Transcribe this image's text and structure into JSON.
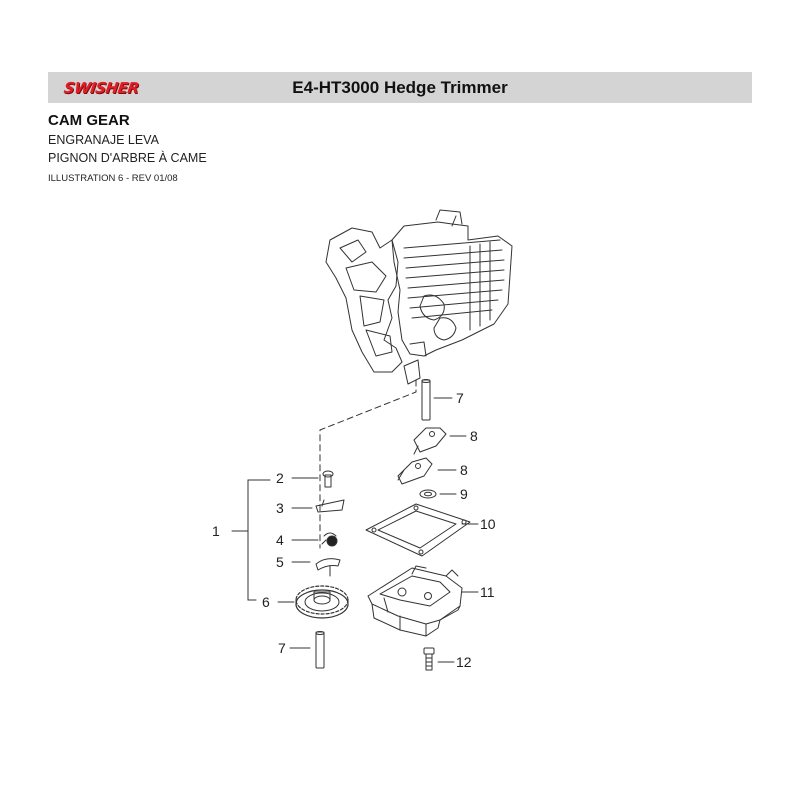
{
  "header": {
    "logo_text": "SWISHER",
    "title": "E4-HT3000 Hedge Trimmer"
  },
  "section": {
    "title": "CAM GEAR",
    "subtitle_es": "ENGRANAJE LEVA",
    "subtitle_fr": "PIGNON D'ARBRE À CAME",
    "illustration": "ILLUSTRATION 6 - REV 01/08"
  },
  "callouts": {
    "c1": "1",
    "c2": "2",
    "c3": "3",
    "c4": "4",
    "c5": "5",
    "c6": "6",
    "c7a": "7",
    "c7b": "7",
    "c8a": "8",
    "c8b": "8",
    "c9": "9",
    "c10": "10",
    "c11": "11",
    "c12": "12"
  },
  "colors": {
    "brand_red": "#e01e24",
    "header_gray": "#d4d4d4",
    "line": "#333333"
  }
}
